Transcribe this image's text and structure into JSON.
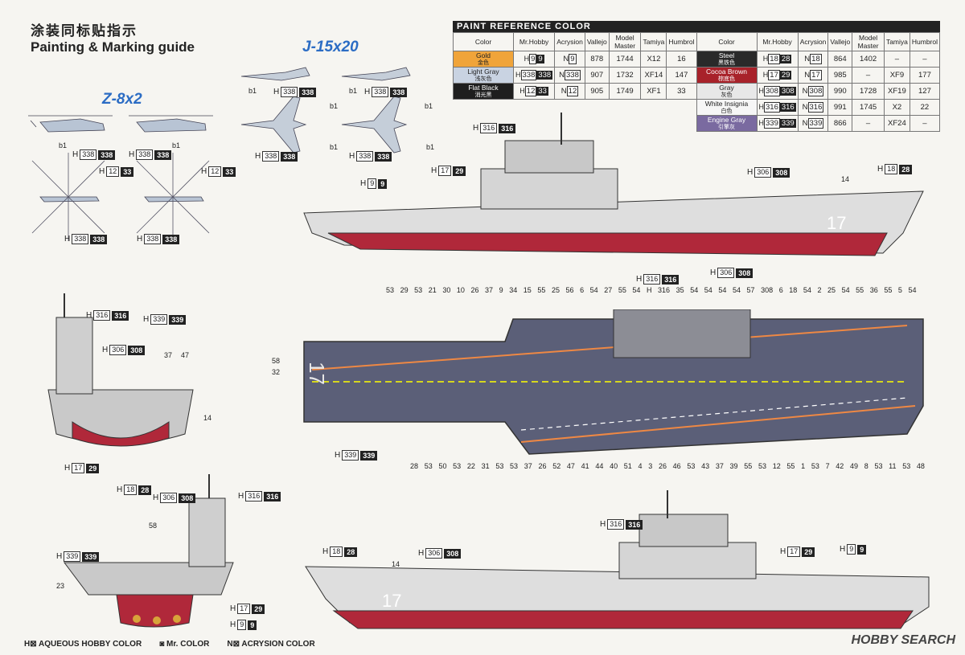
{
  "header": {
    "title_cn": "涂装同标贴指示",
    "title_en": "Painting & Marking guide"
  },
  "models": {
    "z8": "Z-8x2",
    "j15": "J-15x20"
  },
  "codes": {
    "h338": "H",
    "n338": "338",
    "h12": "12",
    "h12b": "33",
    "h9": "9",
    "h17": "17",
    "h17b": "29",
    "h18": "18",
    "h18b": "28",
    "h306": "306",
    "h306b": "308",
    "h316": "316",
    "h316b": "316",
    "h339": "339",
    "h339b": "339",
    "b1": "b1"
  },
  "paint_table": {
    "title": "PAINT REFERENCE COLOR",
    "headers": [
      "Color",
      "Mr.Hobby",
      "Acrysion",
      "Vallejo",
      "Model Master",
      "Tamiya",
      "Humbrol"
    ],
    "left": [
      {
        "name": "Gold",
        "cn": "金色",
        "color": "#f0a43a",
        "h": "9",
        "hb": "9",
        "n": "9",
        "vallejo": "878",
        "mm": "1744",
        "tamiya": "X12",
        "humbrol": "16"
      },
      {
        "name": "Light Gray",
        "cn": "浅灰色",
        "color": "#c9d3e2",
        "h": "338",
        "hb": "338",
        "n": "338",
        "vallejo": "907",
        "mm": "1732",
        "tamiya": "XF14",
        "humbrol": "147"
      },
      {
        "name": "Flat Black",
        "cn": "消光黑",
        "color": "#1e1e1e",
        "h": "12",
        "hb": "33",
        "n": "12",
        "vallejo": "905",
        "mm": "1749",
        "tamiya": "XF1",
        "humbrol": "33"
      }
    ],
    "right": [
      {
        "name": "Steel",
        "cn": "黑铁色",
        "color": "#2a2a2a",
        "h": "18",
        "hb": "28",
        "n": "18",
        "vallejo": "864",
        "mm": "1402",
        "tamiya": "–",
        "humbrol": "–"
      },
      {
        "name": "Cocoa Brown",
        "cn": "棕底色",
        "color": "#a8222a",
        "h": "17",
        "hb": "29",
        "n": "17",
        "vallejo": "985",
        "mm": "–",
        "tamiya": "XF9",
        "humbrol": "177"
      },
      {
        "name": "Gray",
        "cn": "灰色",
        "color": "#e8e8e8",
        "h": "308",
        "hb": "308",
        "n": "308",
        "vallejo": "990",
        "mm": "1728",
        "tamiya": "XF19",
        "humbrol": "127"
      },
      {
        "name": "White Insignia",
        "cn": "白色",
        "color": "#f6f6f6",
        "h": "316",
        "hb": "316",
        "n": "316",
        "vallejo": "991",
        "mm": "1745",
        "tamiya": "X2",
        "humbrol": "22"
      },
      {
        "name": "Engine Gray",
        "cn": "引擎灰",
        "color": "#7a6aa0",
        "h": "339",
        "hb": "339",
        "n": "339",
        "vallejo": "866",
        "mm": "–",
        "tamiya": "XF24",
        "humbrol": "–"
      }
    ]
  },
  "hull_number": "17",
  "part_numbers": {
    "top_row": [
      "53",
      "29",
      "53",
      "21",
      "30",
      "10",
      "26",
      "37",
      "9",
      "34",
      "15",
      "55",
      "25",
      "56",
      "6",
      "54",
      "27",
      "55",
      "54",
      "H",
      "316",
      "35",
      "54",
      "54",
      "54",
      "54",
      "57",
      "308",
      "6",
      "18",
      "54",
      "2",
      "25",
      "54",
      "55",
      "36",
      "55",
      "5",
      "54"
    ],
    "left_side": [
      "58",
      "32"
    ],
    "bottom_row": [
      "28",
      "53",
      "50",
      "53",
      "22",
      "31",
      "53",
      "53",
      "37",
      "26",
      "52",
      "47",
      "41",
      "44",
      "40",
      "51",
      "4",
      "3",
      "26",
      "46",
      "53",
      "43",
      "37",
      "39",
      "55",
      "53",
      "12",
      "55",
      "1",
      "53",
      "7",
      "42",
      "49",
      "8",
      "53",
      "11",
      "53",
      "48"
    ]
  },
  "side_labels": {
    "n14": "14",
    "n14b": "14",
    "n37": "37",
    "n47": "47",
    "n23": "23",
    "n58": "58"
  },
  "legend": {
    "aqueous": "AQUEOUS HOBBY COLOR",
    "mr": "Mr. COLOR",
    "acrysion": "ACRYSION COLOR"
  },
  "watermark": "HOBBY SEARCH"
}
